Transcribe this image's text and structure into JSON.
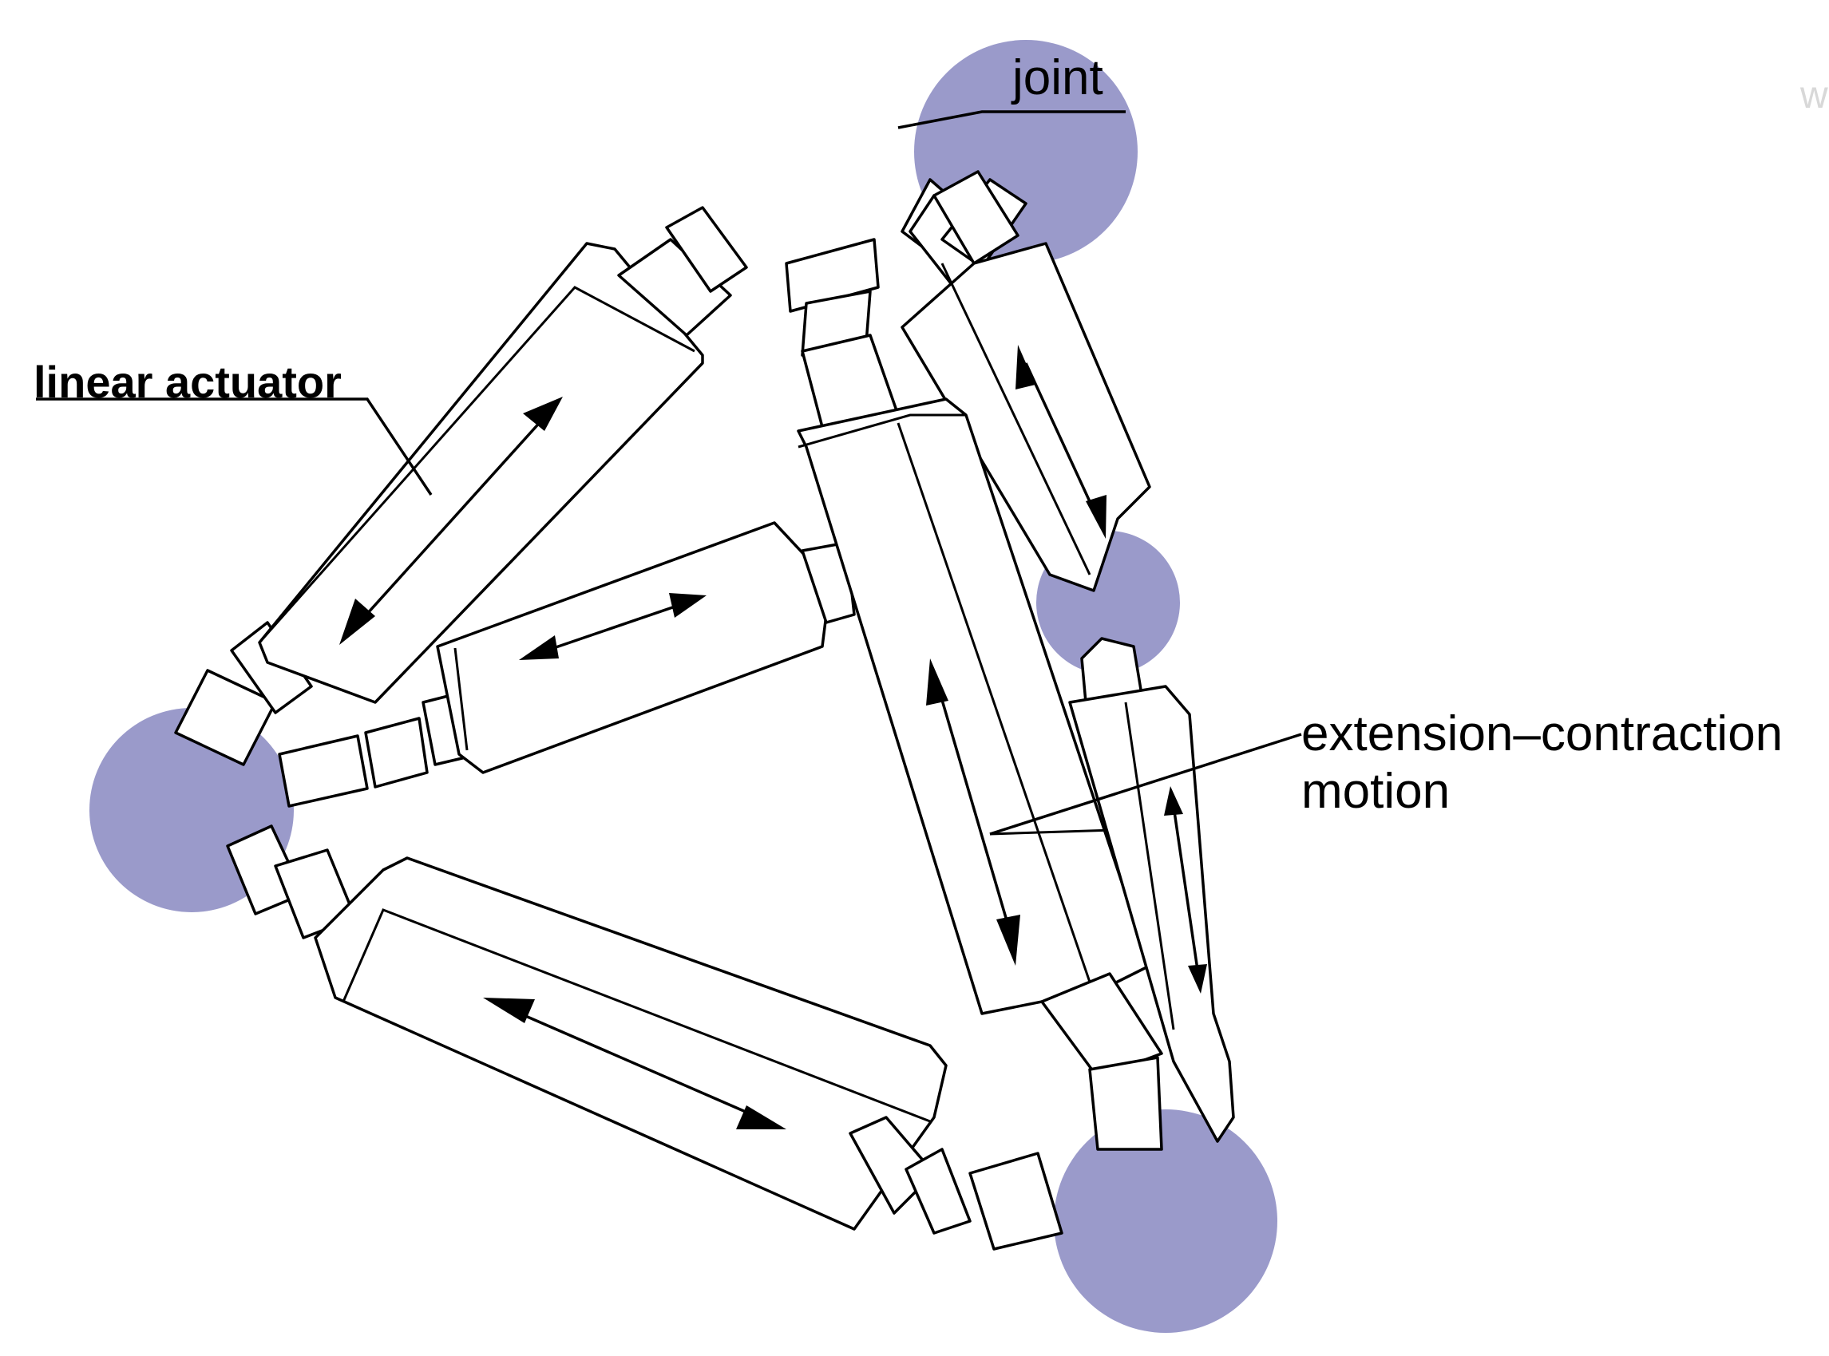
{
  "labels": {
    "joint": "joint",
    "linear_actuator": "linear actuator",
    "extension_line1": "extension–contraction",
    "extension_line2": "motion",
    "watermark": "w"
  },
  "colors": {
    "joint_fill": "#9a9aca",
    "outline": "#000000",
    "actuator_fill": "#ffffff"
  }
}
